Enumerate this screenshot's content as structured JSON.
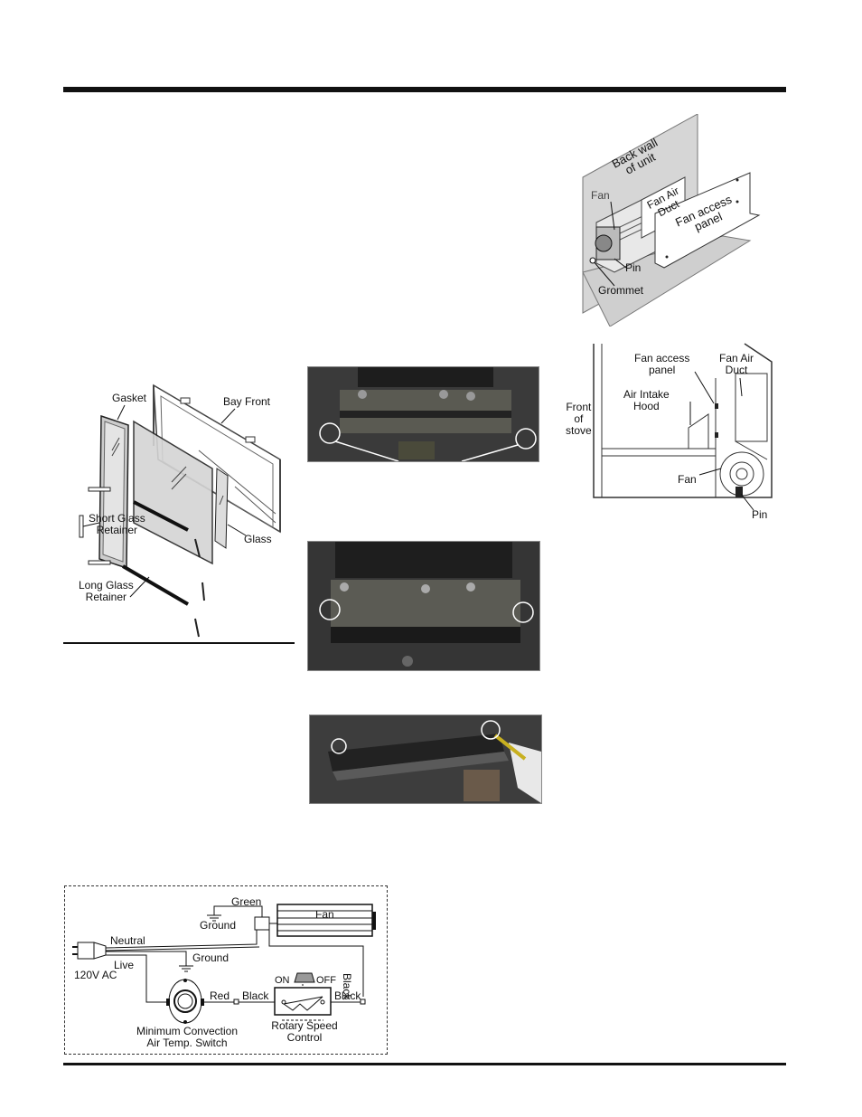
{
  "fan_assembly_diagram": {
    "back_wall": "Back wall of unit",
    "back_wall_line1": "Back wall",
    "back_wall_line2": "of unit",
    "fan": "Fan",
    "fan_air_duct_line1": "Fan Air",
    "fan_air_duct_line2": "Duct",
    "fan_access_panel_line1": "Fan access",
    "fan_access_panel_line2": "panel",
    "pin": "Pin",
    "grommet": "Grommet"
  },
  "side_view_diagram": {
    "fan_access_panel_line1": "Fan access",
    "fan_access_panel_line2": "panel",
    "fan_air_duct_line1": "Fan Air",
    "fan_air_duct_line2": "Duct",
    "air_intake_hood_line1": "Air Intake",
    "air_intake_hood_line2": "Hood",
    "front_of_stove_line1": "Front",
    "front_of_stove_line2": "of",
    "front_of_stove_line3": "stove",
    "fan": "Fan",
    "pin": "Pin"
  },
  "glass_diagram": {
    "gasket": "Gasket",
    "bay_front": "Bay Front",
    "short_glass_retainer_line1": "Short Glass",
    "short_glass_retainer_line2": "Retainer",
    "glass": "Glass",
    "long_glass_retainer_line1": "Long Glass",
    "long_glass_retainer_line2": "Retainer"
  },
  "wiring_diagram": {
    "green": "Green",
    "ground_top": "Ground",
    "fan": "Fan",
    "neutral": "Neutral",
    "ground_mid": "Ground",
    "live": "Live",
    "supply": "120V AC",
    "black_vertical": "Black",
    "on": "ON",
    "off": "OFF",
    "red": "Red",
    "black_left": "Black",
    "black_right": "Black",
    "switch_line1": "Minimum Convection",
    "switch_line2": "Air Temp. Switch",
    "rotary_line1": "Rotary Speed",
    "rotary_line2": "Control"
  },
  "colors": {
    "rule": "#111111",
    "photo_bg": "#2a2a2a",
    "panel_fill": "#d6d6d6"
  }
}
